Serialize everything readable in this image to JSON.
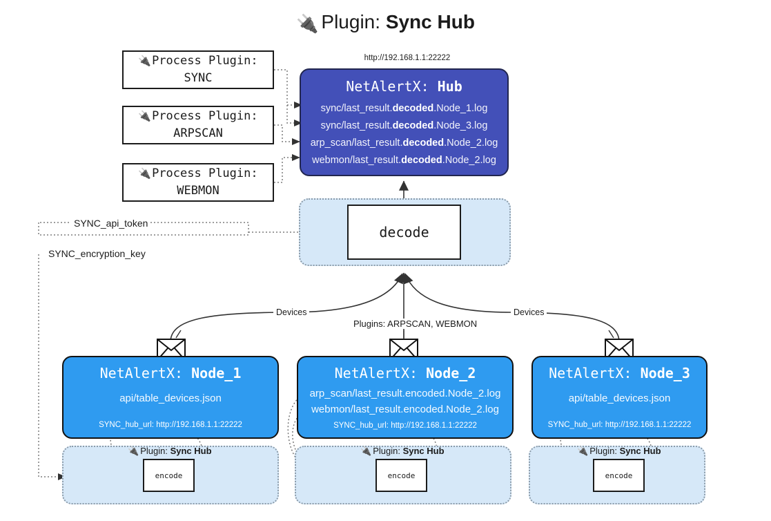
{
  "header": {
    "plug_icon": "plug-icon",
    "prefix": "Plugin:",
    "title": "Sync Hub",
    "hub_url": "http://192.168.1.1:22222"
  },
  "colors": {
    "hub_fill": "#4350b8",
    "node_fill": "#2f9bf0",
    "subgraph_fill": "#d6e8f8",
    "subgraph_border": "#8a9aa8",
    "box_border": "#1b1b1b",
    "page_bg": "#ffffff"
  },
  "process_plugins": [
    {
      "heading": "Process Plugin:",
      "name": "SYNC"
    },
    {
      "heading": "Process Plugin:",
      "name": "ARPSCAN"
    },
    {
      "heading": "Process Plugin:",
      "name": "WEBMON"
    }
  ],
  "hub": {
    "label_prefix": "NetAlertX:",
    "label_name": "Hub",
    "lines": [
      {
        "pre": "sync/last_result.",
        "bold": "decoded",
        "post": ".Node_1.log"
      },
      {
        "pre": "sync/last_result.",
        "bold": "decoded",
        "post": ".Node_3.log"
      },
      {
        "pre": "arp_scan/last_result.",
        "bold": "decoded",
        "post": ".Node_2.log"
      },
      {
        "pre": "webmon/last_result.",
        "bold": "decoded",
        "post": ".Node_2.log"
      }
    ]
  },
  "decode": {
    "label": "decode"
  },
  "tokens": {
    "api_token": "SYNC_api_token",
    "encryption_key": "SYNC_encryption_key"
  },
  "connector_labels": {
    "devices_left": "Devices",
    "plugins_center": "Plugins: ARPSCAN, WEBMON",
    "devices_right": "Devices"
  },
  "nodes": [
    {
      "label_prefix": "NetAlertX:",
      "label_name": "Node_1",
      "lines": [
        "api/table_devices.json"
      ],
      "hub_url_label": "SYNC_hub_url: http://192.168.1.1:22222",
      "envelope_icon": "envelope-icon"
    },
    {
      "label_prefix": "NetAlertX:",
      "label_name": "Node_2",
      "lines": [
        "arp_scan/last_result.encoded.Node_2.log",
        "webmon/last_result.encoded.Node_2.log"
      ],
      "hub_url_label": "SYNC_hub_url: http://192.168.1.1:22222",
      "envelope_icon": "envelope-icon"
    },
    {
      "label_prefix": "NetAlertX:",
      "label_name": "Node_3",
      "lines": [
        "api/table_devices.json"
      ],
      "hub_url_label": "SYNC_hub_url: http://192.168.1.1:22222",
      "envelope_icon": "envelope-icon"
    }
  ],
  "encoders": [
    {
      "plug_icon": "plug-icon",
      "prefix": "Plugin:",
      "title": "Sync Hub",
      "label": "encode"
    },
    {
      "plug_icon": "plug-icon",
      "prefix": "Plugin:",
      "title": "Sync Hub",
      "label": "encode"
    },
    {
      "plug_icon": "plug-icon",
      "prefix": "Plugin:",
      "title": "Sync Hub",
      "label": "encode"
    }
  ]
}
